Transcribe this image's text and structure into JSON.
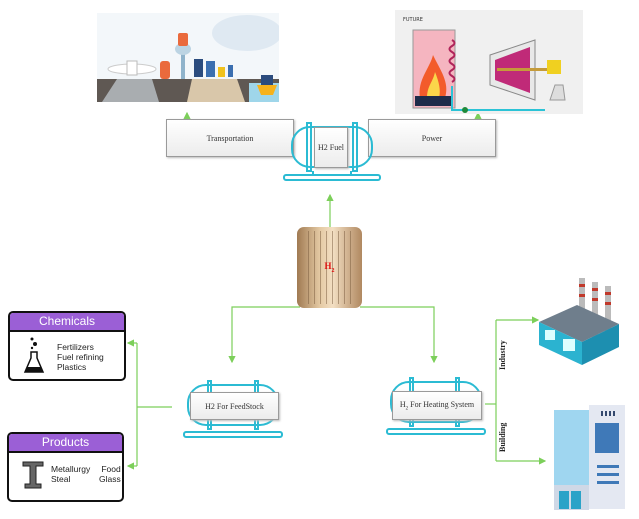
{
  "top": {
    "transportation_label": "Transportation",
    "power_label": "Power",
    "fuel_tank_label": "H2 Fuel"
  },
  "center": {
    "hydrogen_label": "H",
    "hydrogen_sub": "2"
  },
  "feedstock": {
    "tank_label": "H2 For FeedStock"
  },
  "heating": {
    "tank_label_main": "H",
    "tank_label_sub": "2",
    "tank_label_rest": " For Heating System",
    "industry_label": "Industry",
    "building_label": "Building"
  },
  "chemicals": {
    "title": "Chemicals",
    "items": [
      "Fertilizers",
      "Fuel refining",
      "Plastics"
    ]
  },
  "products": {
    "title": "Products",
    "col1": [
      "Metallurgy",
      "Steal"
    ],
    "col2": [
      "Food",
      "Glass"
    ]
  },
  "colors": {
    "arrow": "#7ccf5a",
    "tank": "#2bbbd3",
    "card_header": "#9b5fd6",
    "h2_text": "#e01010"
  }
}
